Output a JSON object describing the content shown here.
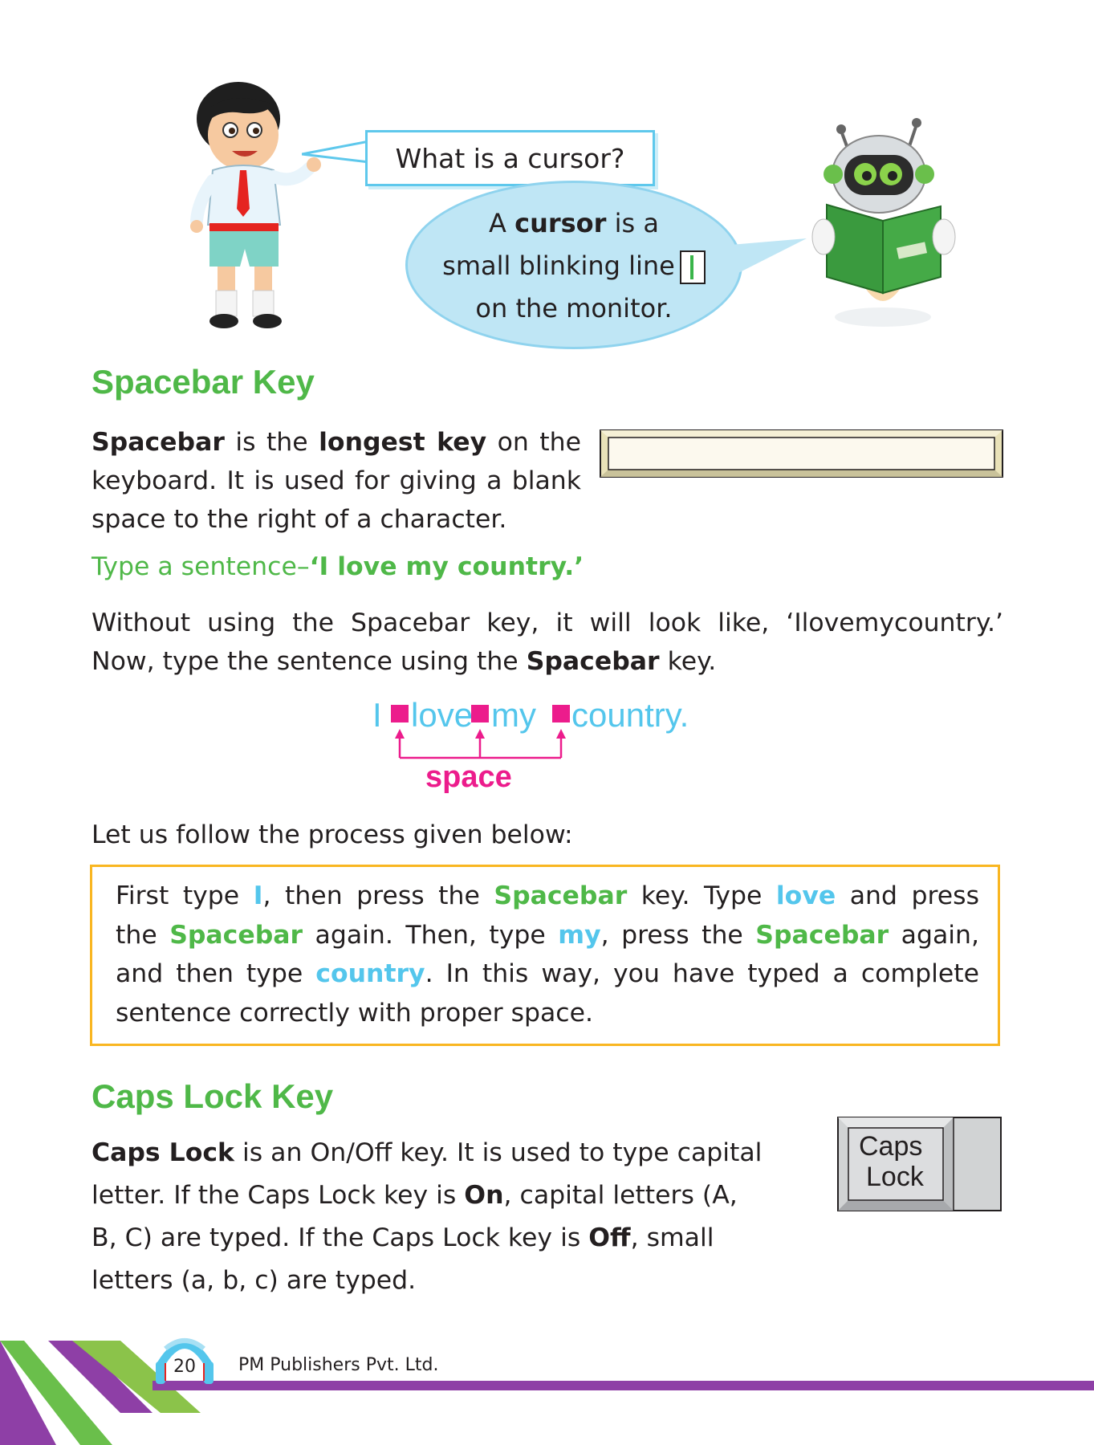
{
  "dialogue": {
    "question": "What is a cursor?",
    "answer_line1_pre": "A ",
    "answer_line1_bold": "cursor",
    "answer_line1_post": " is a",
    "answer_line2": "small blinking line",
    "answer_line3": "on the monitor."
  },
  "spacebar_section": {
    "heading": "Spacebar Key",
    "intro": {
      "l1_bold1": "Spacebar",
      "l1_mid": " is the ",
      "l1_bold2": "longest key",
      "l1_end": " on the",
      "l2": "keyboard. It is used for giving a blank",
      "l3": "space to the right of a character."
    },
    "type_prefix": "Type a sentence–",
    "type_sentence": "‘I love my country.’",
    "without_line1": "Without using the Spacebar key, it will look like, ‘Ilovemycountry.’",
    "without_line2_pre": "Now, type the sentence using the ",
    "without_line2_bold": "Spacebar",
    "without_line2_post": " key.",
    "example": {
      "words": [
        "I",
        "love",
        "my",
        "country."
      ],
      "label": "space"
    },
    "follow_text": "Let us follow the process given below:",
    "process": {
      "w1": "First type ",
      "i": "I",
      "w2": ", then press the ",
      "spacebar1": "Spacebar",
      "w3": " key. Type ",
      "love": "love",
      "w4": " and press",
      "w5": "the ",
      "spacebar2": "Spacebar",
      "w6": " again. Then, type ",
      "my": "my",
      "w7": ", press the ",
      "spacebar3": "Spacebar",
      "w8": " again,",
      "w9": "and then type ",
      "country": "country",
      "w10": ". In this way, you have typed a complete",
      "w11": "sentence correctly with proper space."
    }
  },
  "caps_section": {
    "heading": "Caps Lock Key",
    "l1_bold": "Caps Lock",
    "l1_rest": " is an On/Off key. It is used to type capital",
    "l2_pre": "letter. If the Caps Lock key is ",
    "l2_bold": "On",
    "l2_post": ", capital letters (A,",
    "l3_pre": "B, C) are typed. If the Caps Lock key is ",
    "l3_bold": "Off",
    "l3_post": ", small",
    "l4": "letters (a, b, c) are typed.",
    "key_label_1": "Caps",
    "key_label_2": "Lock"
  },
  "footer": {
    "page_number": "20",
    "publisher": "PM Publishers Pvt. Ltd."
  },
  "colors": {
    "heading_green": "#4fb848",
    "highlight_blue": "#54c6ec",
    "example_magenta": "#ec1c8c",
    "box_border": "#f9b621",
    "footer_purple": "#8e3fa6"
  }
}
